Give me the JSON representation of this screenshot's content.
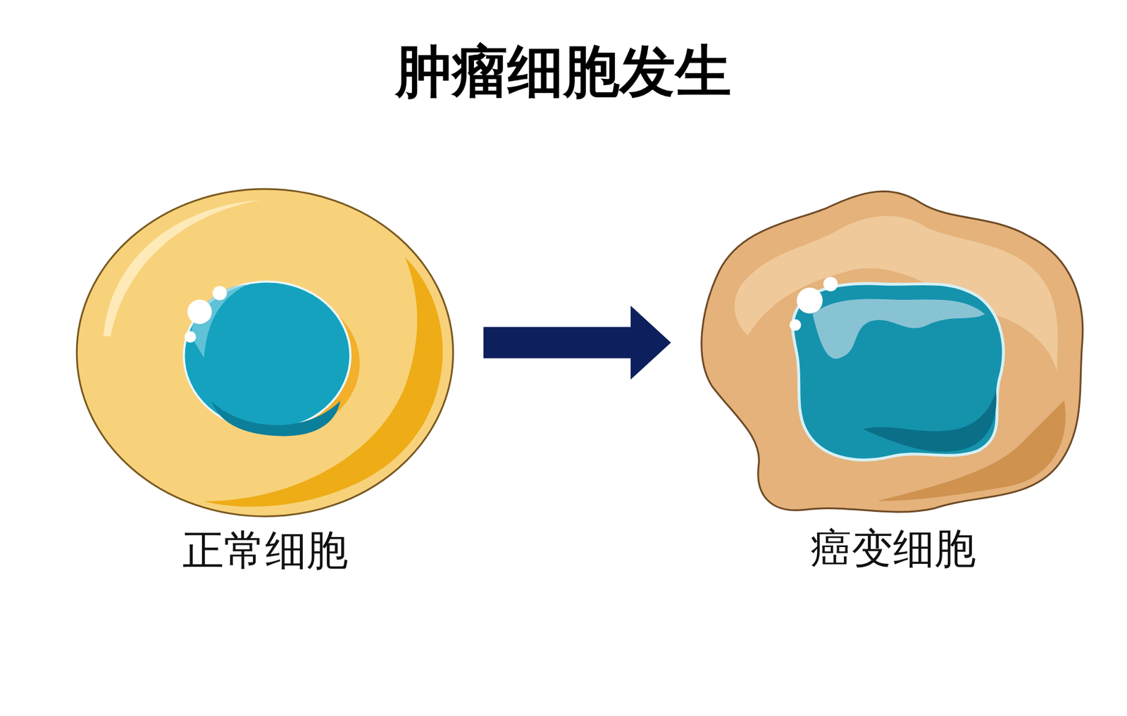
{
  "diagram": {
    "title": "肿瘤细胞发生",
    "nodes": [
      {
        "text": [
          "正常细胞"
        ]
      },
      {
        "text": [
          "癌变细胞"
        ]
      }
    ],
    "edges": [
      {
        "from": 0,
        "to": 1,
        "arrow": "to"
      }
    ]
  }
}
